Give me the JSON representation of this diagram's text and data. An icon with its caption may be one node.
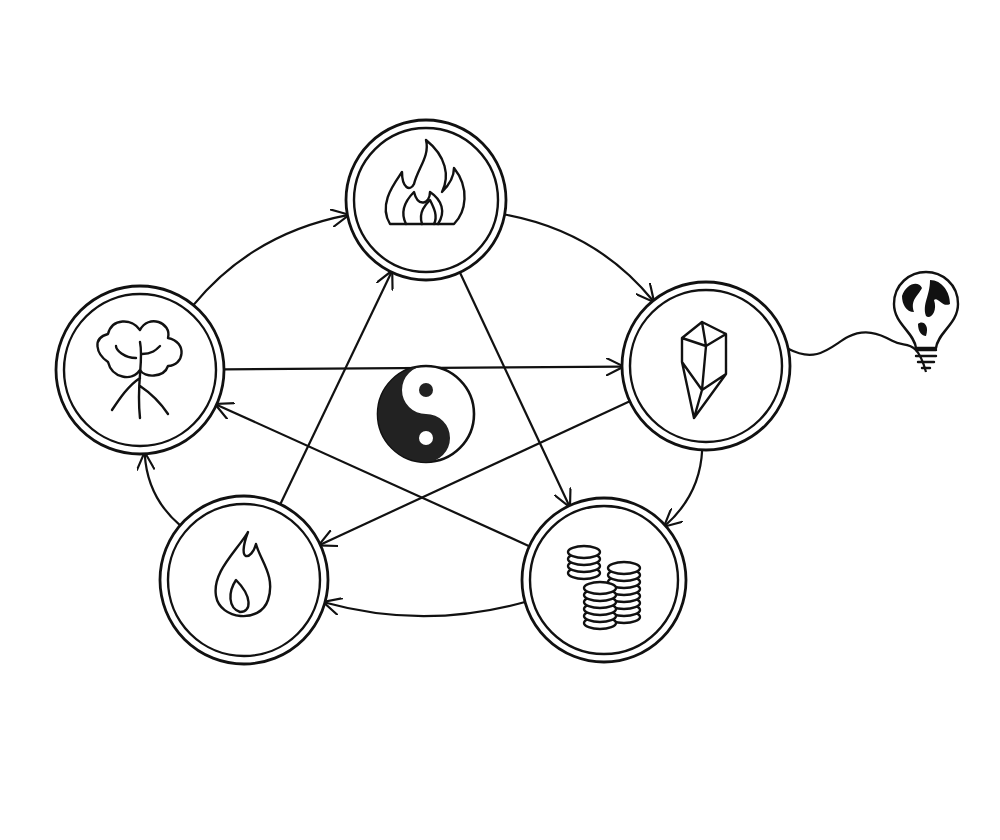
{
  "diagram": {
    "nodes": [
      {
        "text": [],
        "shape": "circle"
      },
      {
        "text": [],
        "shape": "circle"
      },
      {
        "text": [],
        "shape": "circle"
      },
      {
        "text": [],
        "shape": "picture"
      },
      {
        "text": [],
        "shape": "circle"
      },
      {
        "text": [],
        "shape": "circle"
      }
    ],
    "edges": [
      {
        "from": 1,
        "to": 0,
        "arrow": "to"
      },
      {
        "from": 0,
        "to": 2,
        "arrow": "to"
      },
      {
        "from": 2,
        "to": 5,
        "arrow": "to"
      },
      {
        "from": 5,
        "to": 4,
        "arrow": "to"
      },
      {
        "from": 4,
        "to": 1,
        "arrow": "to"
      },
      {
        "from": 1,
        "to": 2,
        "arrow": "to"
      },
      {
        "from": 2,
        "to": 4,
        "arrow": "to"
      },
      {
        "from": 4,
        "to": 0,
        "arrow": "to"
      },
      {
        "from": 0,
        "to": 5,
        "arrow": "to"
      },
      {
        "from": 5,
        "to": 1,
        "arrow": "to"
      },
      {
        "from": 2,
        "to": 3,
        "arrow": "none"
      }
    ]
  }
}
